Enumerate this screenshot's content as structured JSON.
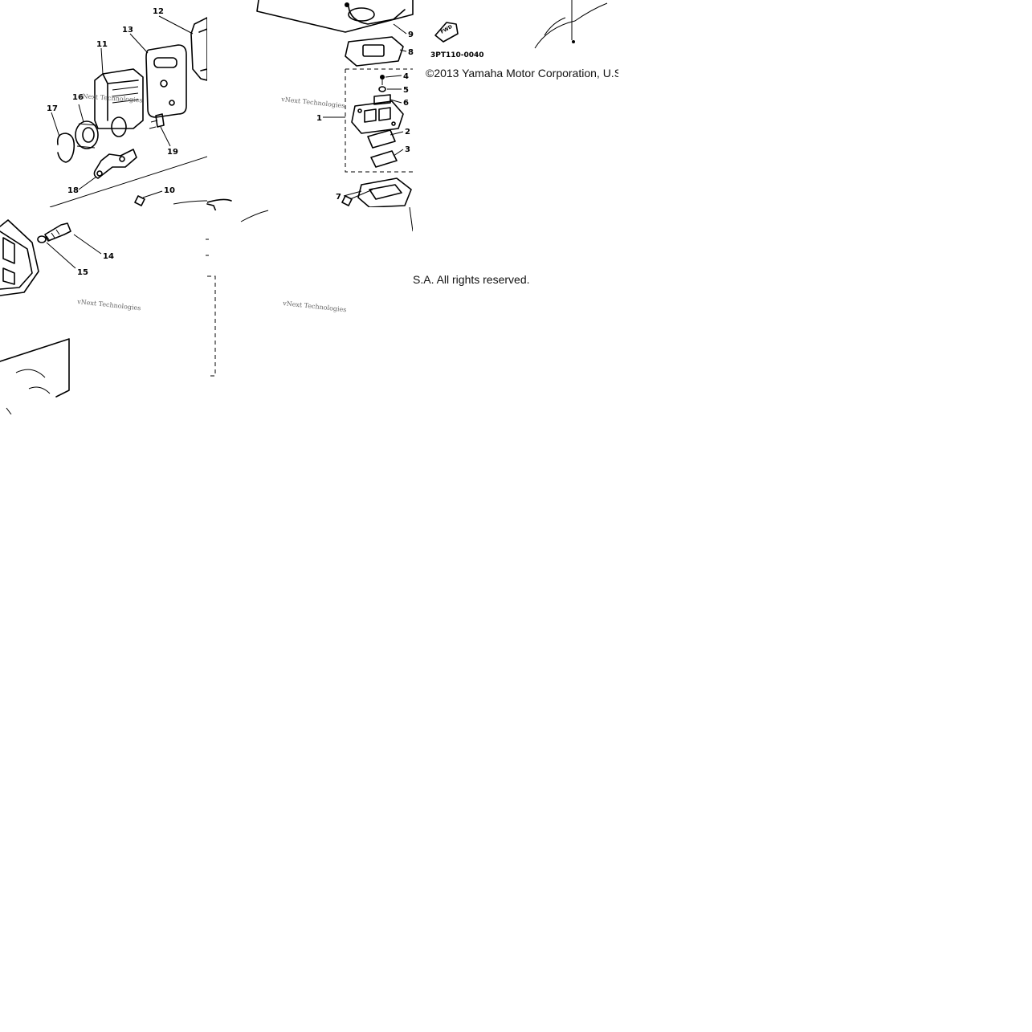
{
  "diagram": {
    "part_numbers": [
      "1",
      "2",
      "3",
      "4",
      "5",
      "6",
      "7",
      "8",
      "9",
      "10",
      "11",
      "12",
      "13",
      "14",
      "15",
      "16",
      "17",
      "18",
      "19"
    ],
    "diagram_code": "3PT110-0040",
    "direction_badge": "FWD",
    "watermark": "vNext Technologies"
  },
  "copyright": {
    "line_upper": "©2013 Yamaha Motor Corporation, U.S",
    "line_lower": "S.A. All rights reserved."
  }
}
